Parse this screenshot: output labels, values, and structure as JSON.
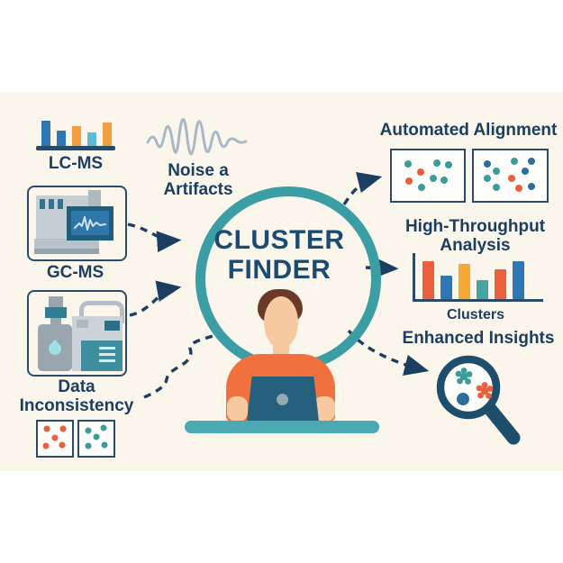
{
  "background": {
    "page": "#ffffff",
    "panel": "#faf6ec"
  },
  "palette": {
    "navy_text": "#1c3e60",
    "box_border": "#2b4a66",
    "ring_teal": "#3b9ea5",
    "desk_teal": "#4aa9b3",
    "shirt_orange": "#f0703e",
    "skin": "#f6c9a1",
    "hair_brown": "#6b3a26",
    "laptop_teal": "#25617c",
    "orange": "#ed5f3c",
    "blue": "#2e77b5",
    "steel_blue": "#2e6e9e",
    "light_blue": "#5bbcd8",
    "amber": "#f5a53c",
    "teal_dot": "#3c9c99",
    "magnifier_navy": "#1d4e6b",
    "waveform_gray": "#a9b8c7"
  },
  "center": {
    "title_line1": "CLUSTER",
    "title_line2": "FINDER"
  },
  "left_column": {
    "lcms_label": "LC-MS",
    "gcms_label": "GC-MS",
    "data_inconsistency_line1": "Data",
    "data_inconsistency_line2": "Inconsistency"
  },
  "top": {
    "noise_label": "Noise a Artifacts"
  },
  "right_column": {
    "automated_alignment_label": "Automated Alignment",
    "high_throughput_line1": "High-Throughput",
    "high_throughput_line2": "Analysis",
    "clusters_label": "Clusters",
    "enhanced_insights_label": "Enhanced Insights"
  },
  "chart_data": [
    {
      "id": "lcms_bars",
      "type": "bar",
      "title": "LC-MS",
      "axes": false,
      "values": [
        29,
        18,
        23,
        16,
        27
      ],
      "colors": [
        "#2e77b5",
        "#2e77b5",
        "#f0a03f",
        "#5bbcd8",
        "#f0a03f"
      ],
      "note": "icon-style mini bar chart over a navy baseline, heights in px"
    },
    {
      "id": "clusters_bars",
      "type": "bar",
      "xlabel": "Clusters",
      "axes": true,
      "values": [
        42,
        26,
        39,
        21,
        33,
        42
      ],
      "colors": [
        "#ed5f3c",
        "#2e77b5",
        "#f5a832",
        "#45a5a0",
        "#ed5f3c",
        "#2e77b5"
      ],
      "note": "High-Throughput Analysis mini chart with L-shaped axes, heights in px"
    },
    {
      "id": "alignment_scatter_left",
      "type": "scatter",
      "note": "x/y are % inside box",
      "points": [
        {
          "x": 22,
          "y": 27,
          "color": "#3c9c99"
        },
        {
          "x": 63,
          "y": 25,
          "color": "#3c9c99"
        },
        {
          "x": 79,
          "y": 29,
          "color": "#3c9c99"
        },
        {
          "x": 58,
          "y": 56,
          "color": "#3c9c99"
        },
        {
          "x": 72,
          "y": 59,
          "color": "#3c9c99"
        },
        {
          "x": 41,
          "y": 74,
          "color": "#3c9c99"
        },
        {
          "x": 40,
          "y": 42,
          "color": "#ed5f3c"
        },
        {
          "x": 24,
          "y": 61,
          "color": "#ed5f3c"
        }
      ]
    },
    {
      "id": "alignment_scatter_right",
      "type": "scatter",
      "note": "x/y are % inside box",
      "points": [
        {
          "x": 18,
          "y": 26,
          "color": "#2e6e9e"
        },
        {
          "x": 56,
          "y": 22,
          "color": "#3c9c99"
        },
        {
          "x": 79,
          "y": 22,
          "color": "#2e6e9e"
        },
        {
          "x": 70,
          "y": 41,
          "color": "#2e6e9e"
        },
        {
          "x": 31,
          "y": 41,
          "color": "#3c9c99"
        },
        {
          "x": 18,
          "y": 56,
          "color": "#3c9c99"
        },
        {
          "x": 31,
          "y": 74,
          "color": "#3c9c99"
        },
        {
          "x": 52,
          "y": 56,
          "color": "#ed5f3c"
        },
        {
          "x": 79,
          "y": 72,
          "color": "#2e6e9e"
        },
        {
          "x": 62,
          "y": 75,
          "color": "#ed5f3c"
        }
      ]
    },
    {
      "id": "inconsistency_dots_left",
      "type": "scatter",
      "note": "dice-style dots, % inside box",
      "points": [
        {
          "x": 26,
          "y": 22,
          "color": "#ed5f3c"
        },
        {
          "x": 74,
          "y": 21,
          "color": "#ed5f3c"
        },
        {
          "x": 50,
          "y": 47,
          "color": "#ed5f3c"
        },
        {
          "x": 23,
          "y": 71,
          "color": "#ed5f3c"
        },
        {
          "x": 72,
          "y": 69,
          "color": "#ed5f3c"
        }
      ]
    },
    {
      "id": "inconsistency_dots_right",
      "type": "scatter",
      "note": "dice-style dots, % inside box",
      "points": [
        {
          "x": 26,
          "y": 25,
          "color": "#3c9c99"
        },
        {
          "x": 71,
          "y": 18,
          "color": "#3c9c99"
        },
        {
          "x": 50,
          "y": 46,
          "color": "#3c9c99"
        },
        {
          "x": 26,
          "y": 72,
          "color": "#3c9c99"
        },
        {
          "x": 74,
          "y": 68,
          "color": "#3c9c99"
        }
      ]
    }
  ]
}
